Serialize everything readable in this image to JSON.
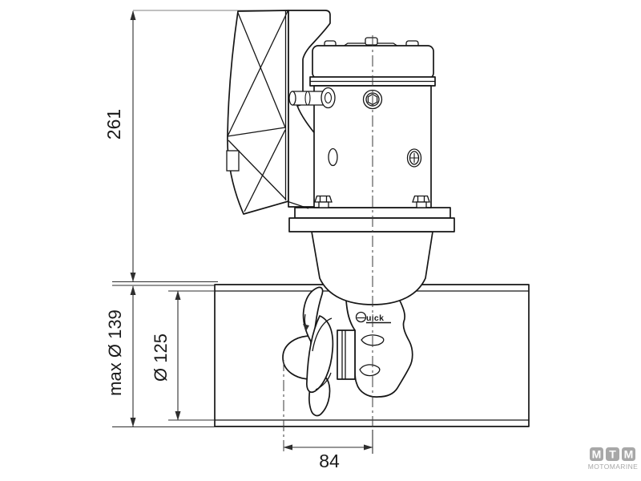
{
  "dimensions": {
    "overall_height": "261",
    "max_outer_diameter": "max Ø 139",
    "inner_diameter": "Ø 125",
    "hub_to_axis": "84"
  },
  "device_logo": {
    "text_after_q": "uick"
  },
  "brand": {
    "letter1": "M",
    "letter2": "T",
    "letter3": "M",
    "subtitle": "MOTOMARINE"
  },
  "colors": {
    "outline": "#161616",
    "dimension_line": "#2e2e2e",
    "extension_gray": "#9a9a9a",
    "brand_gray": "#a8a8a8",
    "background": "#ffffff"
  }
}
